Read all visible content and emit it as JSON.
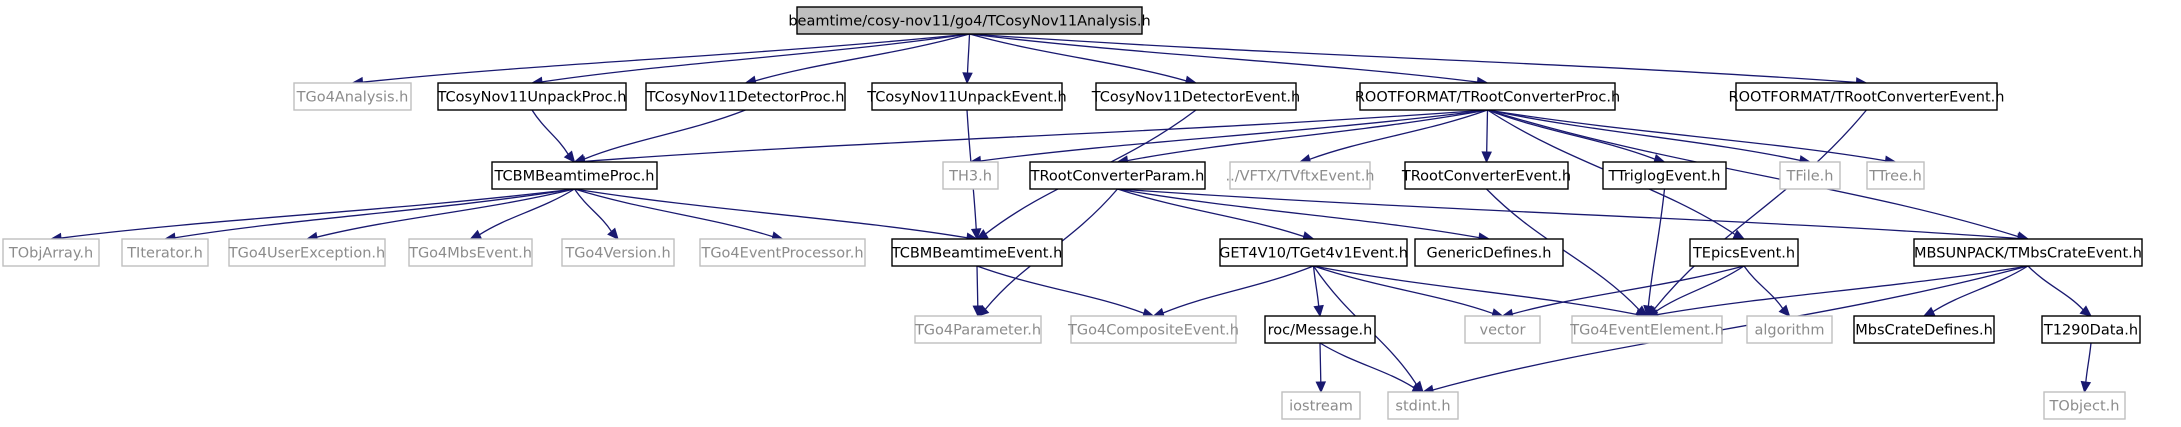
{
  "graph": {
    "colors": {
      "edge": "#191970",
      "box_border": "#000000",
      "external_border": "#bfbfbf",
      "external_text": "#8c8c8c",
      "root_fill": "#bfbfbf"
    },
    "nodes": [
      {
        "id": "root",
        "label": "beamtime/cosy-nov11/go4/TCosyNov11Analysis.h",
        "style": "root"
      },
      {
        "id": "tgo4analysis",
        "label": "TGo4Analysis.h",
        "style": "gray"
      },
      {
        "id": "unpackproc",
        "label": "TCosyNov11UnpackProc.h",
        "style": "solid"
      },
      {
        "id": "detproc",
        "label": "TCosyNov11DetectorProc.h",
        "style": "solid"
      },
      {
        "id": "unpackevent",
        "label": "TCosyNov11UnpackEvent.h",
        "style": "solid"
      },
      {
        "id": "detevent",
        "label": "TCosyNov11DetectorEvent.h",
        "style": "solid"
      },
      {
        "id": "rootconvproc",
        "label": "ROOTFORMAT/TRootConverterProc.h",
        "style": "solid"
      },
      {
        "id": "rootconvevent_top",
        "label": "ROOTFORMAT/TRootConverterEvent.h",
        "style": "solid"
      },
      {
        "id": "cbmproc",
        "label": "TCBMBeamtimeProc.h",
        "style": "solid"
      },
      {
        "id": "th3",
        "label": "TH3.h",
        "style": "gray"
      },
      {
        "id": "convparam",
        "label": "TRootConverterParam.h",
        "style": "solid"
      },
      {
        "id": "vftx",
        "label": "../VFTX/TVftxEvent.h",
        "style": "gray"
      },
      {
        "id": "convevent",
        "label": "TRootConverterEvent.h",
        "style": "solid"
      },
      {
        "id": "triglog",
        "label": "TTriglogEvent.h",
        "style": "solid"
      },
      {
        "id": "tfile",
        "label": "TFile.h",
        "style": "gray"
      },
      {
        "id": "ttree",
        "label": "TTree.h",
        "style": "gray"
      },
      {
        "id": "tobjarray",
        "label": "TObjArray.h",
        "style": "gray"
      },
      {
        "id": "titerator",
        "label": "TIterator.h",
        "style": "gray"
      },
      {
        "id": "userexc",
        "label": "TGo4UserException.h",
        "style": "gray"
      },
      {
        "id": "mbsevent",
        "label": "TGo4MbsEvent.h",
        "style": "gray"
      },
      {
        "id": "version",
        "label": "TGo4Version.h",
        "style": "gray"
      },
      {
        "id": "evproc",
        "label": "TGo4EventProcessor.h",
        "style": "gray"
      },
      {
        "id": "cbmevent",
        "label": "TCBMBeamtimeEvent.h",
        "style": "solid"
      },
      {
        "id": "get4",
        "label": "GET4V10/TGet4v1Event.h",
        "style": "solid"
      },
      {
        "id": "generic",
        "label": "GenericDefines.h",
        "style": "solid"
      },
      {
        "id": "epics",
        "label": "TEpicsEvent.h",
        "style": "solid"
      },
      {
        "id": "mbscrate",
        "label": "MBSUNPACK/TMbsCrateEvent.h",
        "style": "solid"
      },
      {
        "id": "param",
        "label": "TGo4Parameter.h",
        "style": "gray"
      },
      {
        "id": "composite",
        "label": "TGo4CompositeEvent.h",
        "style": "gray"
      },
      {
        "id": "rocmsg",
        "label": "roc/Message.h",
        "style": "solid"
      },
      {
        "id": "vector",
        "label": "vector",
        "style": "gray"
      },
      {
        "id": "evelem",
        "label": "TGo4EventElement.h",
        "style": "gray"
      },
      {
        "id": "algorithm",
        "label": "algorithm",
        "style": "gray"
      },
      {
        "id": "mbsdefs",
        "label": "MbsCrateDefines.h",
        "style": "solid"
      },
      {
        "id": "t1290",
        "label": "T1290Data.h",
        "style": "solid"
      },
      {
        "id": "iostream",
        "label": "iostream",
        "style": "gray"
      },
      {
        "id": "stdint",
        "label": "stdint.h",
        "style": "gray"
      },
      {
        "id": "tobject",
        "label": "TObject.h",
        "style": "gray"
      }
    ],
    "edges": [
      [
        "root",
        "tgo4analysis"
      ],
      [
        "root",
        "unpackproc"
      ],
      [
        "root",
        "detproc"
      ],
      [
        "root",
        "unpackevent"
      ],
      [
        "root",
        "detevent"
      ],
      [
        "root",
        "rootconvproc"
      ],
      [
        "root",
        "rootconvevent_top"
      ],
      [
        "unpackproc",
        "cbmproc"
      ],
      [
        "detproc",
        "cbmproc"
      ],
      [
        "unpackevent",
        "cbmevent"
      ],
      [
        "detevent",
        "cbmevent"
      ],
      [
        "rootconvevent_top",
        "evelem"
      ],
      [
        "rootconvproc",
        "cbmproc"
      ],
      [
        "rootconvproc",
        "th3"
      ],
      [
        "rootconvproc",
        "convparam"
      ],
      [
        "rootconvproc",
        "vftx"
      ],
      [
        "rootconvproc",
        "convevent"
      ],
      [
        "rootconvproc",
        "triglog"
      ],
      [
        "rootconvproc",
        "tfile"
      ],
      [
        "rootconvproc",
        "ttree"
      ],
      [
        "rootconvproc",
        "epics"
      ],
      [
        "rootconvproc",
        "mbscrate"
      ],
      [
        "cbmproc",
        "tobjarray"
      ],
      [
        "cbmproc",
        "titerator"
      ],
      [
        "cbmproc",
        "userexc"
      ],
      [
        "cbmproc",
        "mbsevent"
      ],
      [
        "cbmproc",
        "version"
      ],
      [
        "cbmproc",
        "evproc"
      ],
      [
        "cbmproc",
        "cbmevent"
      ],
      [
        "convparam",
        "param"
      ],
      [
        "convparam",
        "get4"
      ],
      [
        "convparam",
        "generic"
      ],
      [
        "convparam",
        "mbscrate"
      ],
      [
        "convevent",
        "evelem"
      ],
      [
        "triglog",
        "evelem"
      ],
      [
        "cbmevent",
        "param"
      ],
      [
        "cbmevent",
        "composite"
      ],
      [
        "get4",
        "composite"
      ],
      [
        "get4",
        "rocmsg"
      ],
      [
        "get4",
        "vector"
      ],
      [
        "get4",
        "evelem"
      ],
      [
        "get4",
        "stdint"
      ],
      [
        "epics",
        "vector"
      ],
      [
        "epics",
        "evelem"
      ],
      [
        "epics",
        "algorithm"
      ],
      [
        "mbscrate",
        "evelem"
      ],
      [
        "mbscrate",
        "mbsdefs"
      ],
      [
        "mbscrate",
        "t1290"
      ],
      [
        "mbscrate",
        "stdint"
      ],
      [
        "rocmsg",
        "iostream"
      ],
      [
        "rocmsg",
        "stdint"
      ],
      [
        "t1290",
        "tobject"
      ]
    ]
  }
}
